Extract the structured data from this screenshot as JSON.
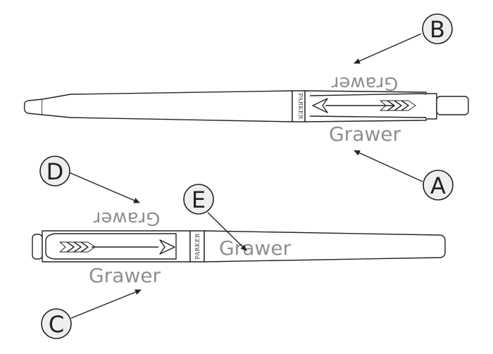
{
  "diagram": {
    "engraving_label": "Grawer",
    "brand": "PARKER",
    "markers": {
      "a": "A",
      "b": "B",
      "c": "C",
      "d": "D",
      "e": "E"
    }
  },
  "colors": {
    "stroke": "#222222",
    "marker_fill": "#eeeeee",
    "engraving_text": "#8f8f8f"
  }
}
